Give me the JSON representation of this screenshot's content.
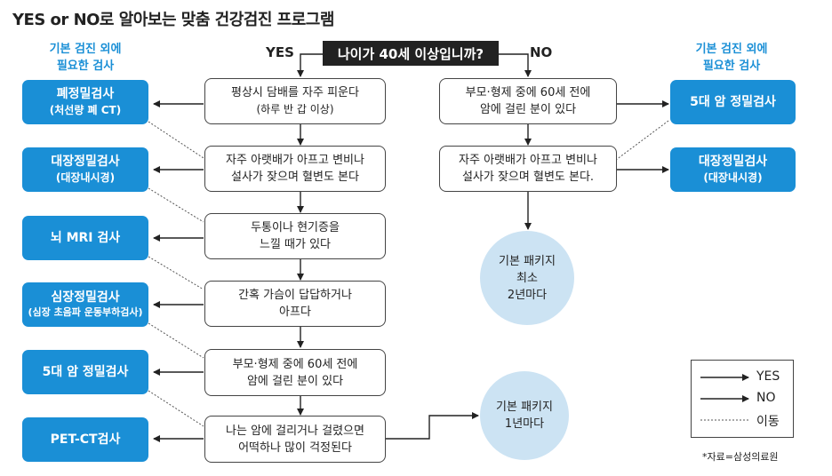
{
  "title": "YES or NO로 알아보는 맞춤 건강검진 프로그램",
  "root_question": "나이가 40세 이상입니까?",
  "yes_label": "YES",
  "no_label": "NO",
  "left_header": {
    "line1": "기본 검진 외에",
    "line2": "필요한 검사"
  },
  "right_header": {
    "line1": "기본 검진 외에",
    "line2": "필요한 검사"
  },
  "yes_questions": [
    {
      "line1": "평상시 담배를 자주 피운다",
      "line2": "(하루 반 갑 이상)"
    },
    {
      "line1": "자주 아랫배가 아프고 변비나",
      "line2": "설사가 잦으며 혈변도 본다"
    },
    {
      "line1": "두통이나 현기증을",
      "line2": "느낄 때가 있다"
    },
    {
      "line1": "간혹 가슴이 답답하거나",
      "line2": "아프다"
    },
    {
      "line1": "부모·형제 중에 60세 전에",
      "line2": "암에 걸린 분이 있다"
    },
    {
      "line1": "나는 암에 걸리거나 걸렸으면",
      "line2": "어떡하나 많이 걱정된다"
    }
  ],
  "left_tests": [
    {
      "line1": "폐정밀검사",
      "line2": "(처선량 폐 CT)"
    },
    {
      "line1": "대장정밀검사",
      "line2": "(대장내시경)"
    },
    {
      "line1": "뇌 MRI 검사",
      "line2": ""
    },
    {
      "line1": "심장정밀검사",
      "line2": "(심장 초음파 운동부하검사)"
    },
    {
      "line1": "5대 암 정밀검사",
      "line2": ""
    },
    {
      "line1": "PET-CT검사",
      "line2": ""
    }
  ],
  "no_questions": [
    {
      "line1": "부모·형제 중에 60세 전에",
      "line2": "암에 걸린 분이 있다"
    },
    {
      "line1": "자주 아랫배가 아프고 변비나",
      "line2": "설사가 잦으며 혈변도 본다."
    }
  ],
  "right_tests": [
    {
      "line1": "5대 암 정밀검사",
      "line2": ""
    },
    {
      "line1": "대장정밀검사",
      "line2": "(대장내시경)"
    }
  ],
  "packages": [
    {
      "line1": "기본 패키지",
      "line2": "최소",
      "line3": "2년마다"
    },
    {
      "line1": "기본 패키지",
      "line2": "1년마다"
    }
  ],
  "legend": {
    "yes": "YES",
    "no": "NO",
    "move": "이동"
  },
  "source": "*자료=삼성의료원",
  "colors": {
    "accent": "#1a8fd6",
    "package": "#cce3f3",
    "root_bg": "#222222"
  }
}
